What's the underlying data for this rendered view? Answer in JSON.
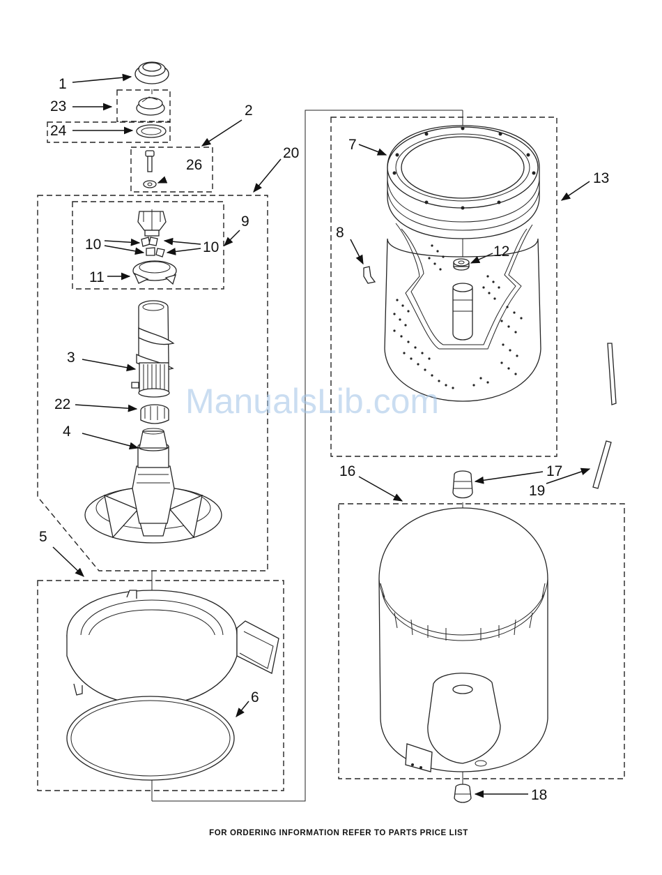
{
  "labels": {
    "n1": "1",
    "n2": "2",
    "n3": "3",
    "n4": "4",
    "n5": "5",
    "n6": "6",
    "n7": "7",
    "n8": "8",
    "n9": "9",
    "n10a": "10",
    "n10b": "10",
    "n11": "11",
    "n12": "12",
    "n13": "13",
    "n16": "16",
    "n17": "17",
    "n18": "18",
    "n19": "19",
    "n20": "20",
    "n22": "22",
    "n23": "23",
    "n24": "24",
    "n26": "26"
  },
  "watermark": "ManualsLib.com",
  "footer": "FOR ORDERING INFORMATION REFER TO PARTS PRICE LIST"
}
